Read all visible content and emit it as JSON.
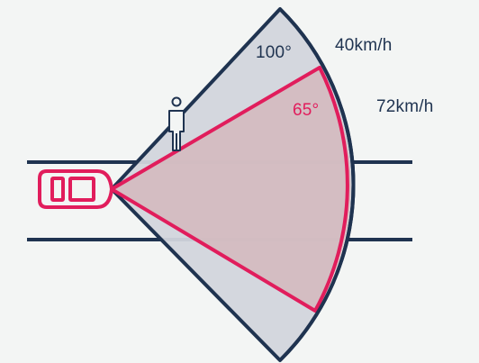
{
  "diagram": {
    "wide_field": {
      "angle_label": "100°",
      "speed_label": "40km/h"
    },
    "narrow_field": {
      "angle_label": "65°",
      "speed_label": "72km/h"
    }
  },
  "colors": {
    "background": "#f3f5f4",
    "outline": "#1f3350",
    "accent": "#e11d5c",
    "wide_fill": "#d2d5dc",
    "narrow_fill": "#d3b9bd",
    "narrow_band_fill": "#efdada"
  },
  "icons": [
    "car-icon",
    "pedestrian-icon"
  ]
}
